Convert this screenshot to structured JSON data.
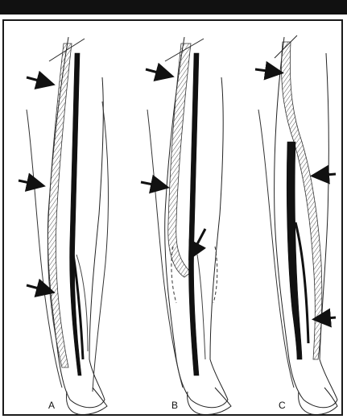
{
  "panels": [
    {
      "id": "A",
      "label": "A"
    },
    {
      "id": "B",
      "label": "B"
    },
    {
      "id": "C",
      "label": "C"
    }
  ],
  "colors": {
    "top_bar": "#111111",
    "border": "#1a1a1a",
    "ink": "#111111",
    "hatch": "#6d6d6d"
  }
}
